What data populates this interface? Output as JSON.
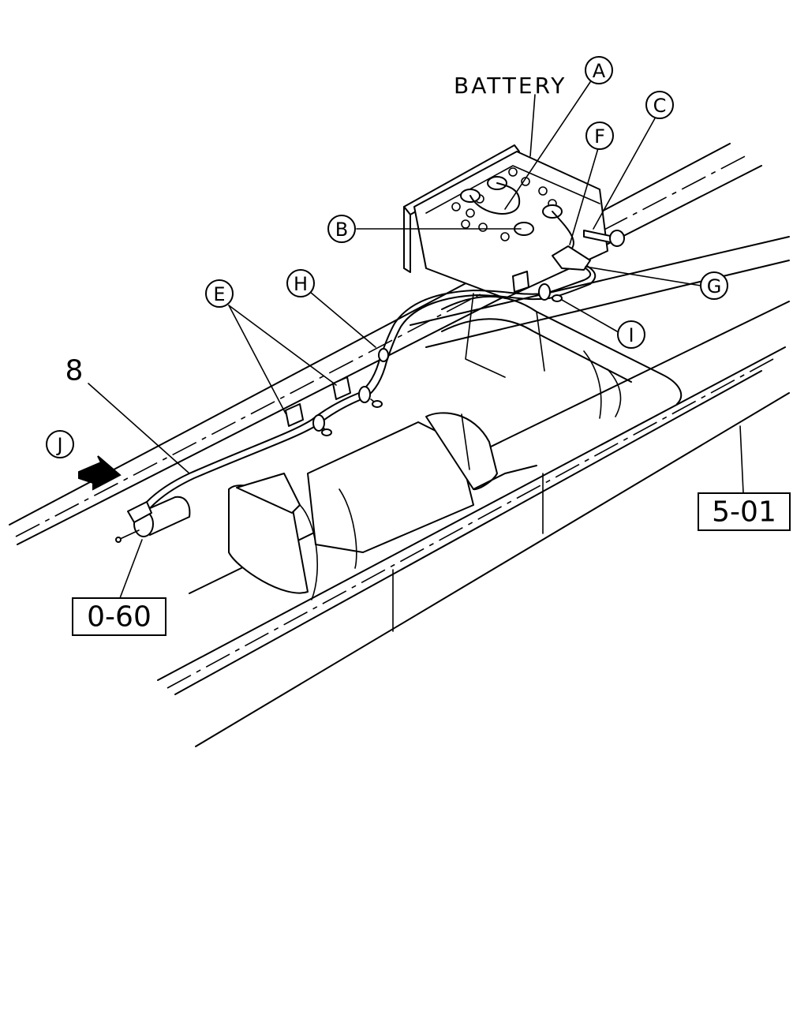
{
  "battery_label": "BATTERY",
  "part_number": "8",
  "callouts": {
    "a": "A",
    "b": "B",
    "c": "C",
    "e": "E",
    "f": "F",
    "g": "G",
    "h": "H",
    "i": "I",
    "j": "J"
  },
  "references": {
    "frame": "5-01",
    "engine": "0-60"
  }
}
